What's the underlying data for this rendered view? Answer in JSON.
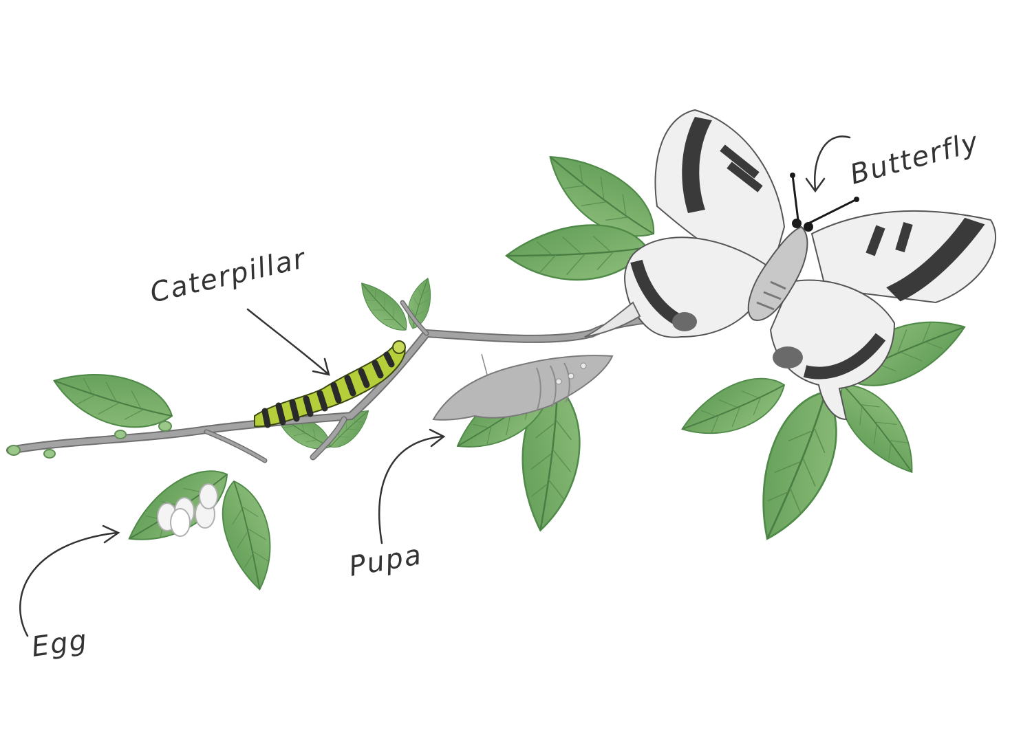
{
  "labels": {
    "egg": "Egg",
    "caterpillar": "Caterpillar",
    "pupa": "Pupa",
    "butterfly": "Butterfly"
  },
  "colors": {
    "leaf": "#6fa863",
    "leaf_dark": "#4f8a48",
    "leaf_light": "#9fc98a",
    "branch": "#9a9a9a",
    "branch_edge": "#6e6e6e",
    "caterpillar_green": "#b4cf3a",
    "caterpillar_stripe": "#2a2a2a",
    "pupa": "#b5b5b5",
    "butterfly_wing": "#f0f0f0",
    "butterfly_band": "#3a3a3a",
    "egg": "#f4f4f4",
    "arrow": "#333333"
  },
  "icons": [
    "leaf",
    "egg-cluster",
    "caterpillar",
    "pupa",
    "butterfly",
    "arrow"
  ]
}
